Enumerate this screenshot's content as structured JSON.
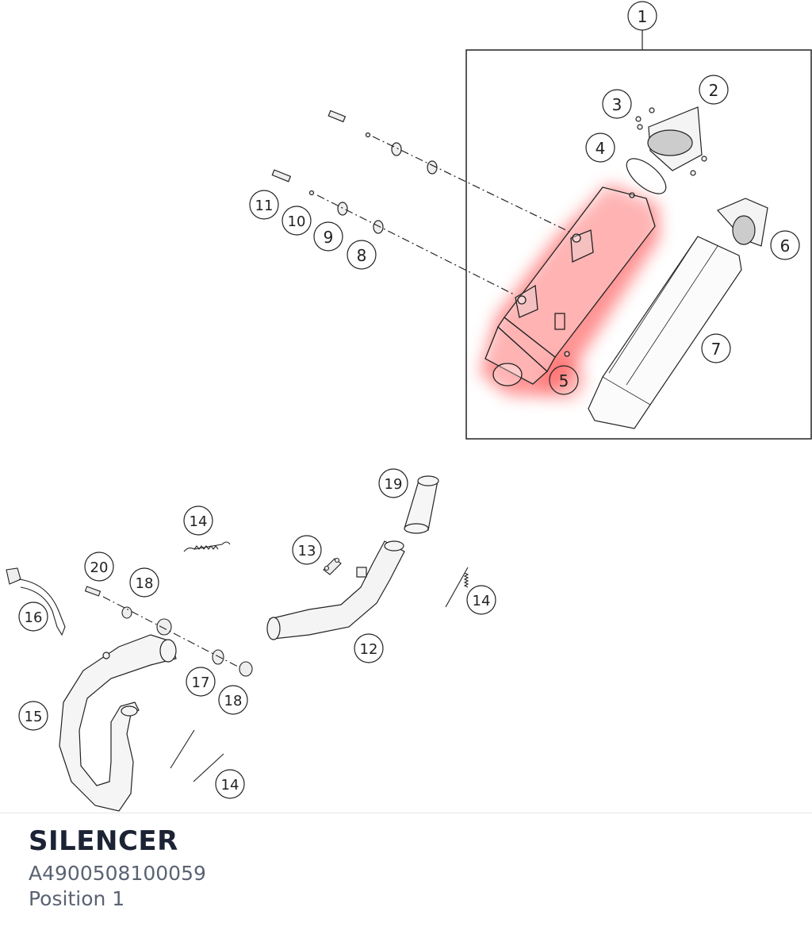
{
  "diagram": {
    "callouts": [
      "1",
      "2",
      "3",
      "4",
      "5",
      "6",
      "7",
      "8",
      "9",
      "10",
      "11",
      "12",
      "13",
      "14",
      "14",
      "14",
      "15",
      "16",
      "17",
      "18",
      "18",
      "19",
      "20"
    ],
    "highlight_color": "#ff3b3b",
    "highlighted_part": "5"
  },
  "caption": {
    "title": "SILENCER",
    "part_number": "A4900508100059",
    "position": "Position 1"
  }
}
